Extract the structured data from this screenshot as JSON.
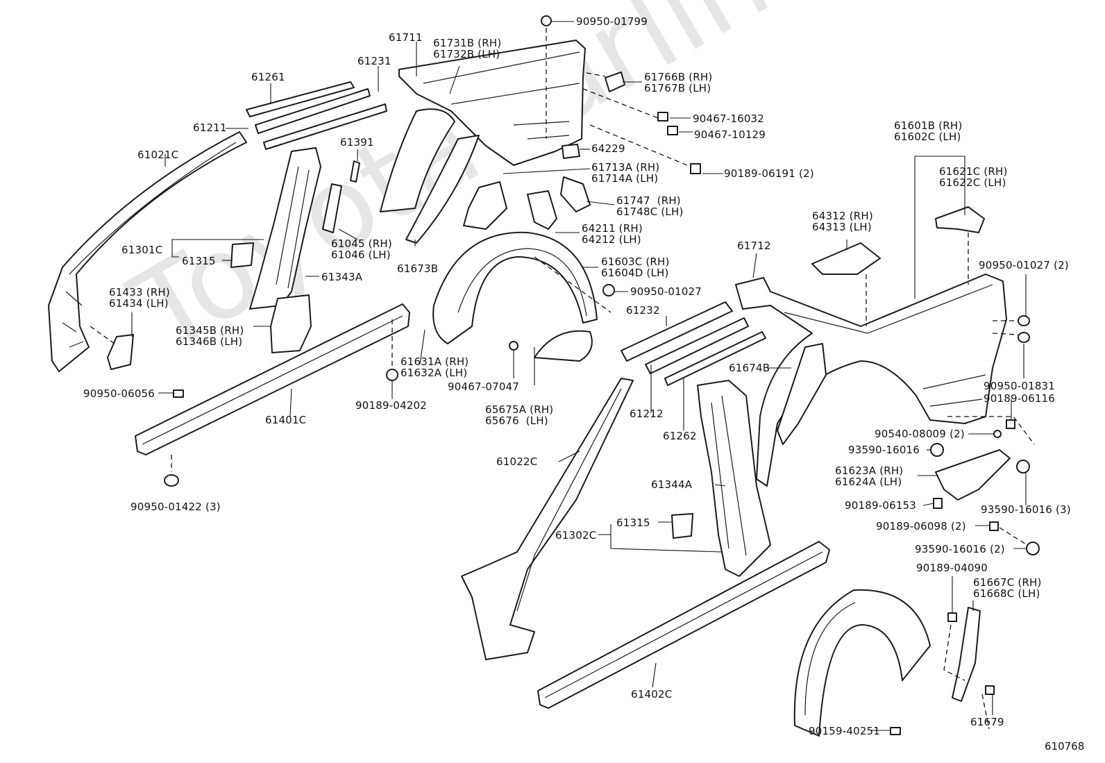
{
  "watermark": "ToyotaCarline.ru",
  "diagram_id": "610768",
  "labels": [
    {
      "id": "l-90950-01799",
      "lines": [
        "90950-01799"
      ]
    },
    {
      "id": "l-61711",
      "lines": [
        "61711"
      ]
    },
    {
      "id": "l-61731b",
      "lines": [
        "61731B (RH)",
        "61732B (LH)"
      ]
    },
    {
      "id": "l-61766b",
      "lines": [
        "61766B (RH)",
        "61767B (LH)"
      ]
    },
    {
      "id": "l-61261",
      "lines": [
        "61261"
      ]
    },
    {
      "id": "l-61231",
      "lines": [
        "61231"
      ]
    },
    {
      "id": "l-90467-16032",
      "lines": [
        "90467-16032"
      ]
    },
    {
      "id": "l-90467-10129",
      "lines": [
        "90467-10129"
      ]
    },
    {
      "id": "l-61211",
      "lines": [
        "61211"
      ]
    },
    {
      "id": "l-61601b",
      "lines": [
        "61601B (RH)",
        "61602C (LH)"
      ]
    },
    {
      "id": "l-61021c",
      "lines": [
        "61021C"
      ]
    },
    {
      "id": "l-61391",
      "lines": [
        "61391"
      ]
    },
    {
      "id": "l-64229",
      "lines": [
        "64229"
      ]
    },
    {
      "id": "l-61713a",
      "lines": [
        "61713A (RH)",
        "61714A (LH)"
      ]
    },
    {
      "id": "l-90189-06191",
      "lines": [
        "90189-06191 (2)"
      ]
    },
    {
      "id": "l-61621c",
      "lines": [
        "61621C (RH)",
        "61622C (LH)"
      ]
    },
    {
      "id": "l-61747",
      "lines": [
        "61747  (RH)",
        "61748C (LH)"
      ]
    },
    {
      "id": "l-64312",
      "lines": [
        "64312 (RH)",
        "64313 (LH)"
      ]
    },
    {
      "id": "l-64211",
      "lines": [
        "64211 (RH)",
        "64212 (LH)"
      ]
    },
    {
      "id": "l-61045",
      "lines": [
        "61045 (RH)",
        "61046 (LH)"
      ]
    },
    {
      "id": "l-61301c",
      "lines": [
        "61301C"
      ]
    },
    {
      "id": "l-61315a",
      "lines": [
        "61315"
      ]
    },
    {
      "id": "l-61712",
      "lines": [
        "61712"
      ]
    },
    {
      "id": "l-61673b",
      "lines": [
        "61673B"
      ]
    },
    {
      "id": "l-61603c",
      "lines": [
        "61603C (RH)",
        "61604D (LH)"
      ]
    },
    {
      "id": "l-90950-01027-r",
      "lines": [
        "90950-01027 (2)"
      ]
    },
    {
      "id": "l-61343a",
      "lines": [
        "61343A"
      ]
    },
    {
      "id": "l-61433",
      "lines": [
        "61433 (RH)",
        "61434 (LH)"
      ]
    },
    {
      "id": "l-90950-01027",
      "lines": [
        "90950-01027"
      ]
    },
    {
      "id": "l-61232",
      "lines": [
        "61232"
      ]
    },
    {
      "id": "l-61345b",
      "lines": [
        "61345B (RH)",
        "61346B (LH)"
      ]
    },
    {
      "id": "l-61631a",
      "lines": [
        "61631A (RH)",
        "61632A (LH)"
      ]
    },
    {
      "id": "l-61674b",
      "lines": [
        "61674B"
      ]
    },
    {
      "id": "l-90950-01831",
      "lines": [
        "90950-01831"
      ]
    },
    {
      "id": "l-90467-07047",
      "lines": [
        "90467-07047"
      ]
    },
    {
      "id": "l-90189-06116",
      "lines": [
        "90189-06116"
      ]
    },
    {
      "id": "l-90950-06056",
      "lines": [
        "90950-06056"
      ]
    },
    {
      "id": "l-90189-04202",
      "lines": [
        "90189-04202"
      ]
    },
    {
      "id": "l-65675a",
      "lines": [
        "65675A (RH)",
        "65676  (LH)"
      ]
    },
    {
      "id": "l-61212",
      "lines": [
        "61212"
      ]
    },
    {
      "id": "l-61401c",
      "lines": [
        "61401C"
      ]
    },
    {
      "id": "l-90540-08009",
      "lines": [
        "90540-08009 (2)"
      ]
    },
    {
      "id": "l-61262",
      "lines": [
        "61262"
      ]
    },
    {
      "id": "l-93590-16016-a",
      "lines": [
        "93590-16016"
      ]
    },
    {
      "id": "l-61022c",
      "lines": [
        "61022C"
      ]
    },
    {
      "id": "l-61623a",
      "lines": [
        "61623A (RH)",
        "61624A (LH)"
      ]
    },
    {
      "id": "l-61344a",
      "lines": [
        "61344A"
      ]
    },
    {
      "id": "l-90950-01422",
      "lines": [
        "90950-01422 (3)"
      ]
    },
    {
      "id": "l-90189-06153",
      "lines": [
        "90189-06153"
      ]
    },
    {
      "id": "l-93590-16016-3",
      "lines": [
        "93590-16016 (3)"
      ]
    },
    {
      "id": "l-61315b",
      "lines": [
        "61315"
      ]
    },
    {
      "id": "l-90189-06098",
      "lines": [
        "90189-06098 (2)"
      ]
    },
    {
      "id": "l-61302c",
      "lines": [
        "61302C"
      ]
    },
    {
      "id": "l-93590-16016-2",
      "lines": [
        "93590-16016 (2)"
      ]
    },
    {
      "id": "l-90189-04090",
      "lines": [
        "90189-04090"
      ]
    },
    {
      "id": "l-61667c",
      "lines": [
        "61667C (RH)",
        "61668C (LH)"
      ]
    },
    {
      "id": "l-61402c",
      "lines": [
        "61402C"
      ]
    },
    {
      "id": "l-61679",
      "lines": [
        "61679"
      ]
    },
    {
      "id": "l-90159-40251",
      "lines": [
        "90159-40251"
      ]
    }
  ]
}
